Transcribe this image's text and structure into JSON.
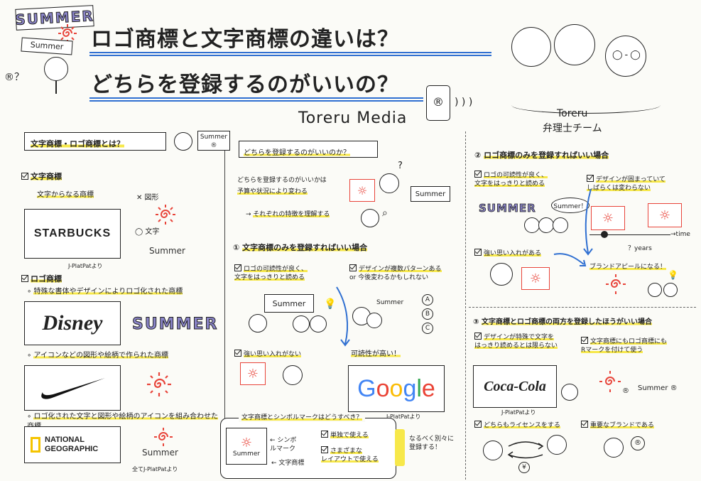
{
  "header": {
    "title_line1": "ロゴ商標と文字商標の違いは？",
    "title_line2": "どちらを登録するのがいいの？",
    "brand": "Toreru Media",
    "team_name": "Toreru",
    "team_role": "弁理士チーム",
    "top_sample_word": "SUMMER",
    "top_sample_small": "Summer",
    "r_question": "®？"
  },
  "left": {
    "heading": "文字商標・ロゴ商標とは？",
    "bubble_word": "Summer",
    "bubble_r": "®",
    "word_mark_title": "文字商標",
    "word_mark_desc": "文字からなる商標",
    "starbucks": "STARBUCKS",
    "cross_label": "✕ 図形",
    "circle_label": "◯ 文字",
    "summer_word": "Summer",
    "source1": "J-PlatPatより",
    "logo_mark_title": "ロゴ商標",
    "logo_desc1": "特殊な書体やデザインによりロゴ化された商標",
    "disney": "Disney",
    "summer_logo": "SUMMER",
    "logo_desc2": "アイコンなどの図形や絵柄で作られた商標",
    "logo_desc3": "ロゴ化された文字と図形や絵柄のアイコンを組み合わせた商標",
    "natgeo1": "NATIONAL",
    "natgeo2": "GEOGRAPHIC",
    "summer_word2": "Summer",
    "source_all": "全てJ-PlatPatより"
  },
  "middle": {
    "heading": "どちらを登録するのがいいのか？",
    "intro1": "どちらを登録するのがいいかは",
    "intro2": "予算や状況により変わる",
    "intro3": "それぞれの特徴を理解する",
    "bubble_summer": "Summer",
    "case1_title": "文字商標のみを登録すればいい場合",
    "c1a1": "ロゴの可読性が良く、",
    "c1a2": "文字をはっきりと読める",
    "c1b1": "デザインが複数パターンある",
    "c1b2": "or 今後変わるかもしれない",
    "c1_sign": "Summer",
    "c1_sign2": "Summer",
    "opt_a": "A",
    "opt_b": "B",
    "opt_c": "C",
    "c1c": "強い思い入れがない",
    "c1d": "可読性が高い！",
    "google": [
      "G",
      "o",
      "o",
      "g",
      "l",
      "e"
    ],
    "google_colors": [
      "#4285f4",
      "#ea4335",
      "#fbbc05",
      "#4285f4",
      "#34a853",
      "#ea4335"
    ],
    "source_google": "J-PlatPatより",
    "symbol_q": "文字商標とシンボルマークはどうすべき？",
    "symbol_label": "シンボルマーク",
    "word_label": "文字商標",
    "symbol_summer": "Summer",
    "use_alone": "単独で使える",
    "various_layout1": "さまざまな",
    "various_layout2": "レイアウトで使える",
    "advice1": "なるべく別々に",
    "advice2": "登録する！"
  },
  "right": {
    "case2_title": "ロゴ商標のみを登録すればいい場合",
    "c2a1": "ロゴの可読性が良く、",
    "c2a2": "文字をはっきりと読める",
    "c2b1": "デザインが固まっていて",
    "c2b2": "しばらくは変わらない",
    "summer_logo": "SUMMER",
    "bubble": "Summer！",
    "years": "？years",
    "time": "time",
    "c2c": "強い思い入れがある",
    "c2d": "ブランドアピールになる！",
    "case3_title": "文字商標とロゴ商標の両方を登録したほうがいい場合",
    "c3a1": "デザインが特殊で文字を",
    "c3a2": "はっきり読めるとは限らない",
    "c3b1": "文字商標にもロゴ商標にも",
    "c3b2": "Rマークを付けて使う",
    "cocacola": "Coca-Cola",
    "source_coke": "J-PlatPatより",
    "summer_r": "Summer",
    "c3c": "どちらもライセンスをする",
    "c3d": "重要なブランドである"
  },
  "colors": {
    "highlight": "#f7e84a",
    "blue_line": "#2f6fd1",
    "sun": "#e8443a",
    "purple": "#8a84c8"
  }
}
